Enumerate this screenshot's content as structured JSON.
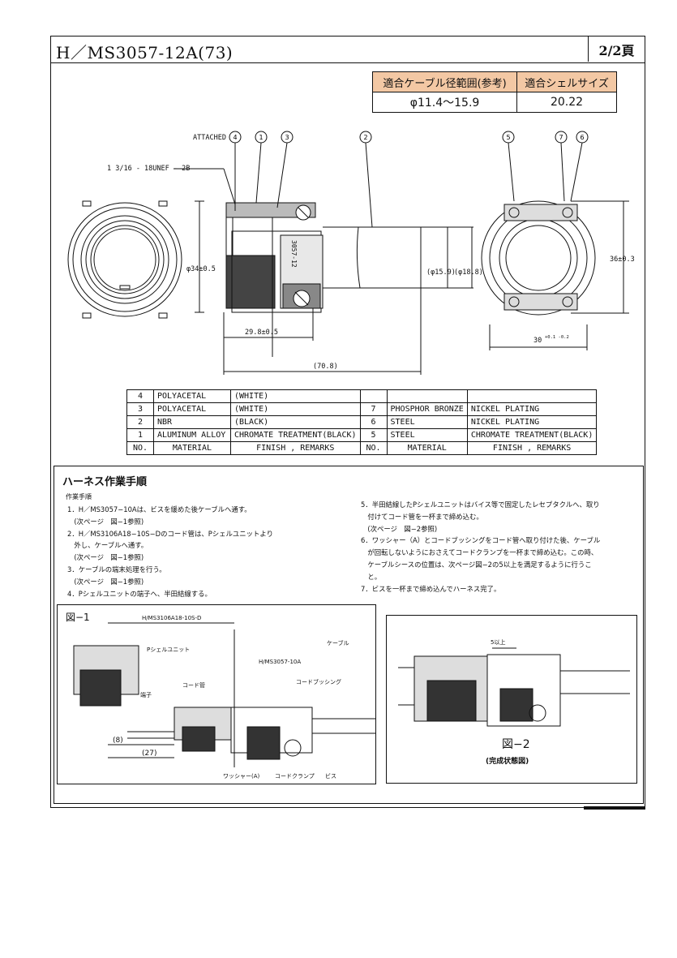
{
  "header": {
    "title": "H／MS3057-12A(73)",
    "page": "2/2頁"
  },
  "spec": {
    "cable_range_label": "適合ケーブル径範囲(参考)",
    "shell_size_label": "適合シェルサイズ",
    "cable_range_value": "φ11.4〜15.9",
    "shell_size_value": "20.22"
  },
  "drawing": {
    "attached": "ATTACHED",
    "thread": "1 3/16 - 18UNEF - 2B",
    "callouts": [
      "4",
      "1",
      "3",
      "2",
      "5",
      "7",
      "6"
    ],
    "dim_dia": "φ34±0.5",
    "dim_length": "29.8±0.5",
    "dim_total": "(70.8)",
    "dim_inner": "(φ15.9)",
    "dim_outer": "(φ18.8)",
    "dim_height": "36±0.3",
    "dim_width": "30",
    "dim_width_tol": "+0.1 -0.2",
    "label_side": "3057-12"
  },
  "materials": {
    "rows": [
      {
        "no_l": "4",
        "mat_l": "POLYACETAL",
        "fin_l": "(WHITE)",
        "no_r": "",
        "mat_r": "",
        "fin_r": ""
      },
      {
        "no_l": "3",
        "mat_l": "POLYACETAL",
        "fin_l": "(WHITE)",
        "no_r": "7",
        "mat_r": "PHOSPHOR BRONZE",
        "fin_r": "NICKEL PLATING"
      },
      {
        "no_l": "2",
        "mat_l": "NBR",
        "fin_l": "(BLACK)",
        "no_r": "6",
        "mat_r": "STEEL",
        "fin_r": "NICKEL PLATING"
      },
      {
        "no_l": "1",
        "mat_l": "ALUMINUM ALLOY",
        "fin_l": "CHROMATE TREATMENT(BLACK)",
        "no_r": "5",
        "mat_r": "STEEL",
        "fin_r": "CHROMATE TREATMENT(BLACK)"
      }
    ],
    "head_no": "NO.",
    "head_mat": "MATERIAL",
    "head_fin": "FINISH , REMARKS"
  },
  "harness": {
    "title": "ハーネス作業手順",
    "subtitle": "作業手順",
    "steps_left": [
      "1．H／MS3057−10Aは、ビスを緩めた後ケーブルへ通す。",
      "　(次ページ　図−1参照)",
      "2．H／MS3106A18−10S−Dのコード管は、Pシェルユニットより",
      "　外し、ケーブルへ通す。",
      "　(次ページ　図−1参照)",
      "3．ケーブルの端末処理を行う。",
      "　(次ページ　図−1参照)",
      "4．Pシェルユニットの端子へ、半田結線する。"
    ],
    "steps_right": [
      "5．半田結線したPシェルユニットはバイス等で固定したレセプタクルへ、取り",
      "　付けてコード管を一杯まで締め込む。",
      "　(次ページ　図−2参照)",
      "6．ワッシャー（A）とコードブッシングをコード管へ取り付けた後、ケーブル",
      "　が回転しないようにおさえてコードクランプを一杯まで締め込む。この時、",
      "　ケーブルシースの位置は、次ページ図−2の5以上を満足するように行うこ",
      "　と。",
      "7．ビスを一杯まで締め込んでハーネス完了。"
    ]
  },
  "fig1": {
    "title": "図−1",
    "part_a": "H/MS3106A18-10S-D",
    "part_b": "H/MS3057-10A",
    "cable": "ケーブル",
    "p_shell": "Pシェルユニット",
    "terminal": "端子",
    "code_tube": "コード管",
    "code_bushing": "コードブッシング",
    "washer": "ワッシャー(A)",
    "code_clamp": "コードクランプ",
    "screw": "ビス",
    "dim_8": "(8)",
    "dim_27": "(27)"
  },
  "fig2": {
    "title": "図−2",
    "subtitle": "(完成状態図)",
    "dim_5": "5以上"
  }
}
